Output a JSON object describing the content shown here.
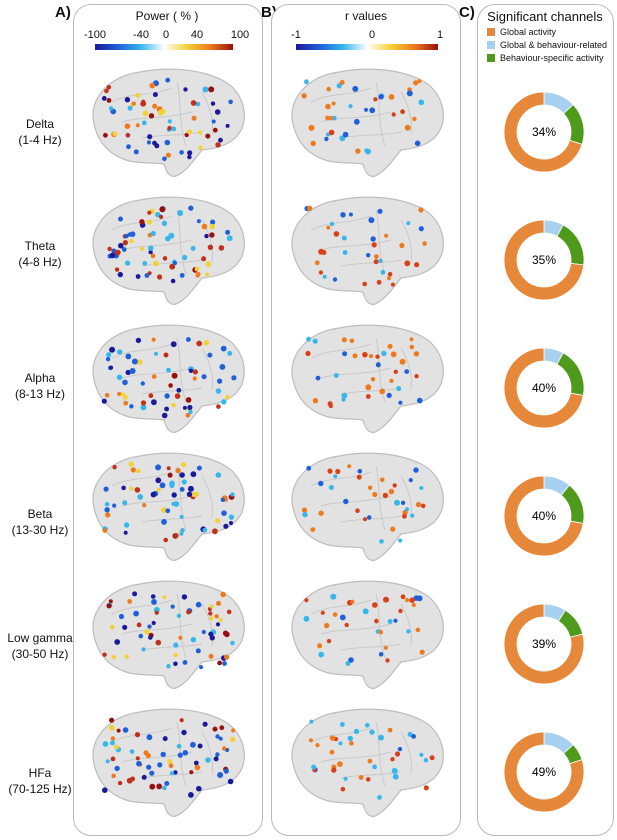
{
  "panels": {
    "a_label": "A)",
    "b_label": "B)",
    "c_label": "C)"
  },
  "panel_a": {
    "colorbar_title": "Power ( % )",
    "ticks": [
      "-100",
      "-40",
      "0",
      "40",
      "100"
    ]
  },
  "panel_b": {
    "colorbar_title": "r values",
    "ticks": [
      "-1",
      "0",
      "1"
    ]
  },
  "panel_c": {
    "title": "Significant channels",
    "legend": [
      {
        "label": "Global activity",
        "color": "#e6883a"
      },
      {
        "label": "Global & behaviour-related",
        "color": "#a8d0f0"
      },
      {
        "label": "Behaviour-specific activity",
        "color": "#4f9a1b"
      }
    ]
  },
  "bands": [
    {
      "name": "Delta",
      "range": "(1-4 Hz)"
    },
    {
      "name": "Theta",
      "range": "(4-8 Hz)"
    },
    {
      "name": "Alpha",
      "range": "(8-13 Hz)"
    },
    {
      "name": "Beta",
      "range": "(13-30 Hz)"
    },
    {
      "name": "Low gamma",
      "range": "(30-50 Hz)"
    },
    {
      "name": "HFa",
      "range": "(70-125 Hz)"
    }
  ],
  "chart_data": [
    {
      "type": "pie",
      "categories": [
        "Global activity",
        "Global & behaviour-related",
        "Behaviour-specific activity"
      ],
      "series": [
        {
          "values": [
            70,
            13,
            17
          ],
          "center_label": "34%"
        },
        {
          "values": [
            73,
            8,
            19
          ],
          "center_label": "35%"
        },
        {
          "values": [
            72,
            8,
            20
          ],
          "center_label": "40%"
        },
        {
          "values": [
            72,
            11,
            17
          ],
          "center_label": "40%"
        },
        {
          "values": [
            79,
            9,
            12
          ],
          "center_label": "39%"
        },
        {
          "values": [
            80,
            13,
            7
          ],
          "center_label": "49%"
        }
      ]
    }
  ],
  "colors": {
    "brain_fill": "#e2e2e2",
    "brain_stroke": "#bdbdbd",
    "colormap": [
      "#1a1a9a",
      "#1f5fd8",
      "#37b6ec",
      "#ffffff",
      "#f2d23a",
      "#ee7a1e",
      "#9a1010"
    ]
  }
}
